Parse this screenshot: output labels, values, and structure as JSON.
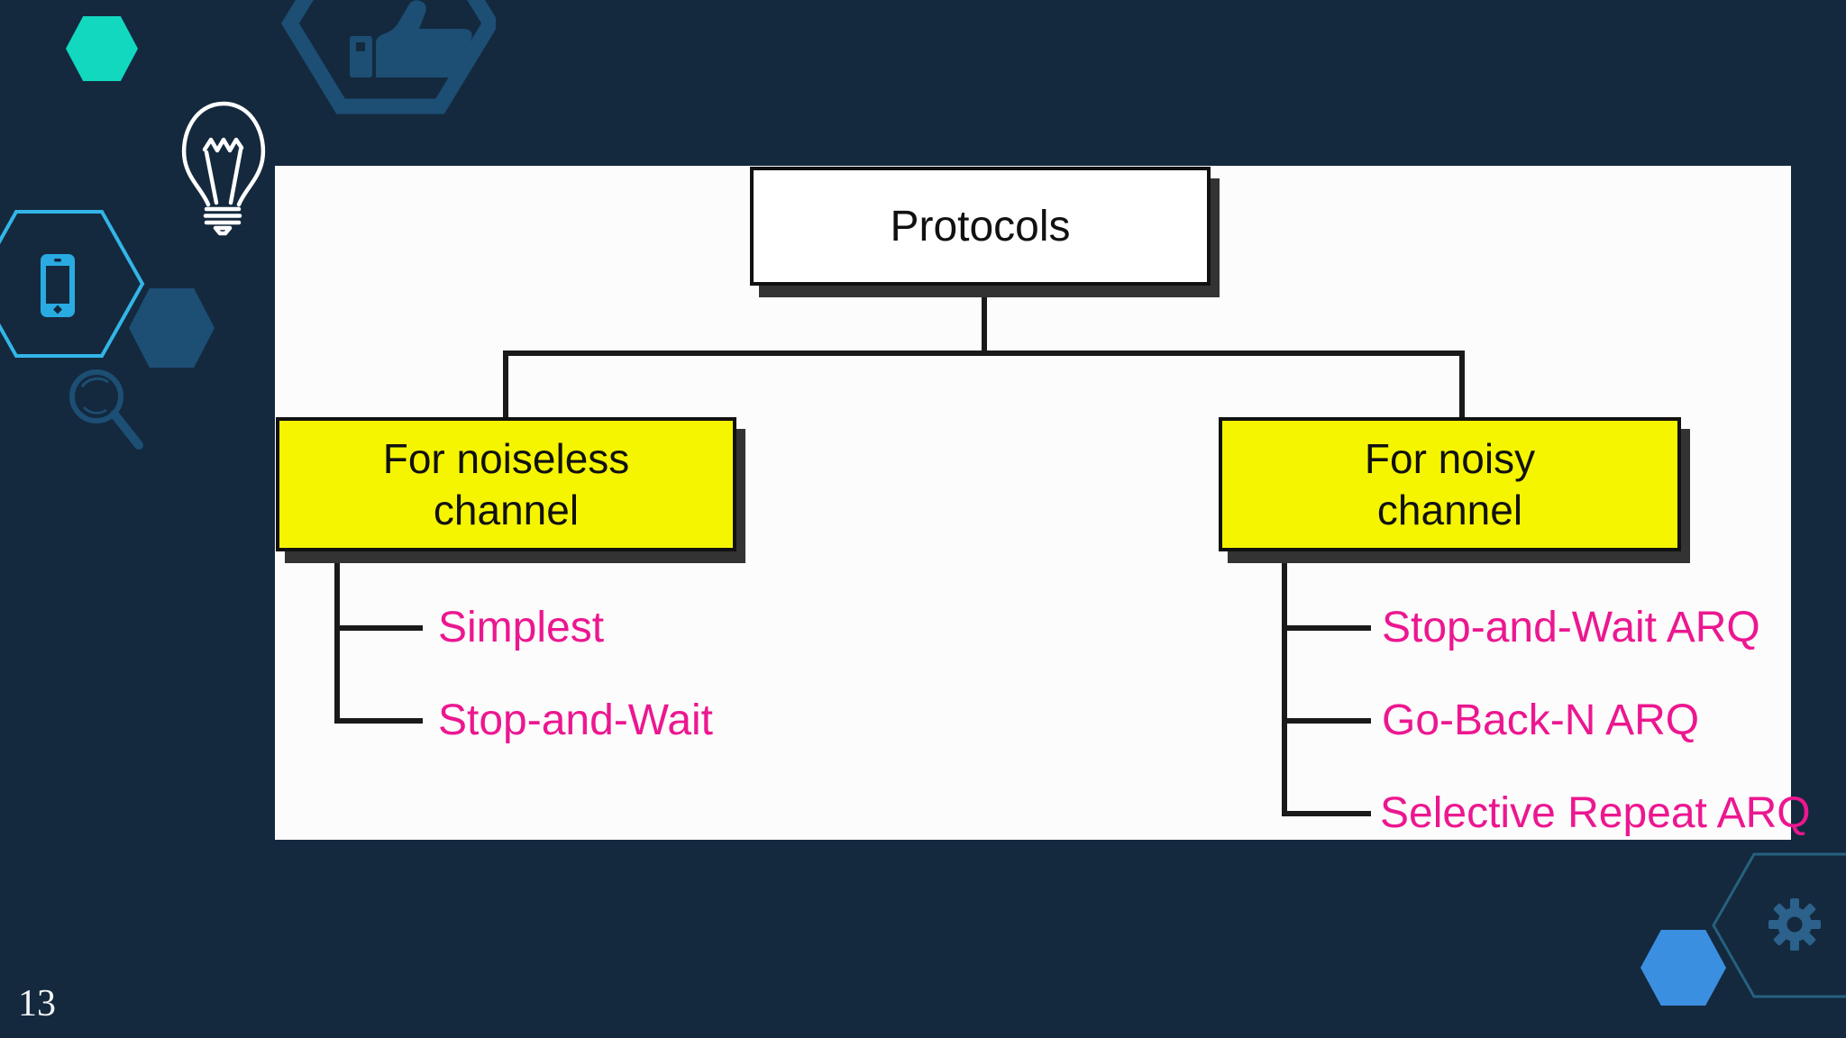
{
  "slide": {
    "page_number": "13"
  },
  "diagram": {
    "root": {
      "label": "Protocols"
    },
    "branches": [
      {
        "title_line1": "For noiseless",
        "title_line2": "channel",
        "children": [
          "Simplest",
          "Stop-and-Wait"
        ]
      },
      {
        "title_line1": "For noisy",
        "title_line2": "channel",
        "children": [
          "Stop-and-Wait ARQ",
          "Go-Back-N ARQ",
          "Selective Repeat ARQ"
        ]
      }
    ]
  },
  "icons": {
    "top_left": [
      "teal-hexagon",
      "thumbs-up-icon",
      "lightbulb-icon",
      "smartphone-icon",
      "hexagon-outline",
      "dark-hexagon",
      "magnifier-icon"
    ],
    "bottom_right": [
      "hexagon-outline",
      "gear-icon",
      "blue-hexagon"
    ]
  },
  "colors": {
    "background": "#14293E",
    "panel": "#FCFCFC",
    "node_fill_root": "#FFFFFF",
    "node_fill_branch": "#F5F500",
    "node_border": "#111111",
    "node_shadow": "#333333",
    "connector": "#1A1A1A",
    "leaf_text": "#EC1790",
    "teal": "#12D8C0",
    "cyan": "#29ABE2",
    "deco_dark_blue": "#1D4E74",
    "deco_blue": "#3A8FE0",
    "gear": "#2B618B",
    "hex_outline_br": "#26617F",
    "bulb_white": "#FFFFFF"
  }
}
